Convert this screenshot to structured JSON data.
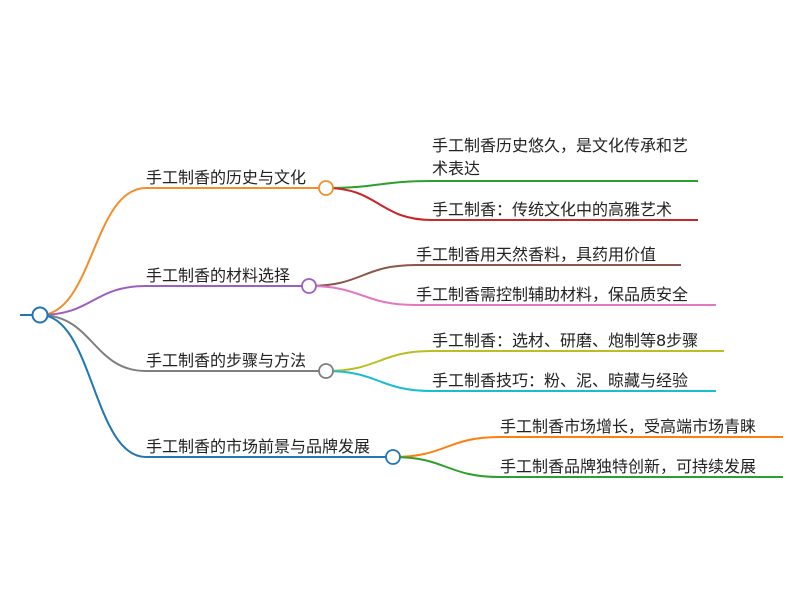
{
  "branches": [
    {
      "label": "手工制香的历史与文化",
      "color": "#f28e2b",
      "children": [
        {
          "label": "手工制香历史悠久，是文化传承和艺术表达",
          "color": "#2ca02c"
        },
        {
          "label": "手工制香：传统文化中的高雅艺术",
          "color": "#c62828"
        }
      ]
    },
    {
      "label": "手工制香的材料选择",
      "color": "#9c5fc0",
      "children": [
        {
          "label": "手工制香用天然香料，具药用价值",
          "color": "#8c564b"
        },
        {
          "label": "手工制香需控制辅助材料，保品质安全",
          "color": "#e377c2"
        }
      ]
    },
    {
      "label": "手工制香的步骤与方法",
      "color": "#7f7f7f",
      "children": [
        {
          "label": "手工制香：选材、研磨、炮制等8步骤",
          "color": "#bcbd22"
        },
        {
          "label": "手工制香技巧：粉、泥、晾藏与经验",
          "color": "#17becf"
        }
      ]
    },
    {
      "label": "手工制香的市场前景与品牌发展",
      "color": "#1f77b4",
      "children": [
        {
          "label": "手工制香市场增长，受高端市场青睐",
          "color": "#ff7f0e"
        },
        {
          "label": "手工制香品牌独特创新，可持续发展",
          "color": "#2ca02c"
        }
      ]
    }
  ],
  "root_color": "#1f77b4"
}
